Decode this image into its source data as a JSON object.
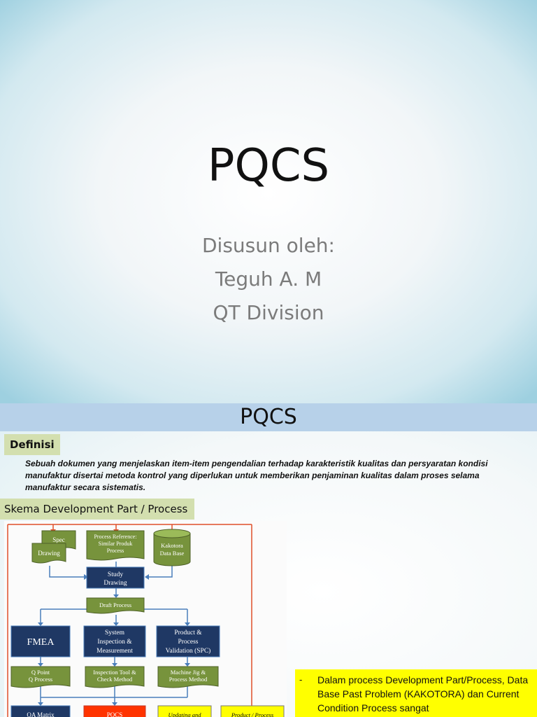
{
  "slide1": {
    "title": "PQCS",
    "subtitle": [
      "Disusun oleh:",
      "Teguh A. M",
      "QT Division"
    ]
  },
  "slide2": {
    "title": "PQCS",
    "definisi_label": "Definisi",
    "definisi_text": "Sebuah dokumen yang menjelaskan item-item pengendalian terhadap karakteristik kualitas dan persyaratan kondisi manufaktur disertai metoda kontrol yang diperlukan untuk memberikan penjaminan kualitas dalam proses selama manufaktur secara sistematis.",
    "skema_label": "Skema Development Part / Process",
    "diagram": {
      "spec": "Spec",
      "drawing": "Drawing",
      "process_reference": [
        "Process Reference:",
        "Similar Produk",
        "Process"
      ],
      "kakotora": [
        "Kakotora",
        "Data Base"
      ],
      "study_drawing": [
        "Study",
        "Drawing"
      ],
      "draft_process": "Draft Process",
      "fmea": "FMEA",
      "system_inspection": [
        "System",
        "Inspection &",
        "Measurement"
      ],
      "product_process_validation": [
        "Product &",
        "Process",
        "Validation (SPC)"
      ],
      "q_point": [
        "Q Point",
        "Q Process"
      ],
      "inspection_tool": [
        "Inspection Tool &",
        "Check Method"
      ],
      "machine_jig": [
        "Machine Jig &",
        "Process Method"
      ],
      "qa_matrix": "QA Matrix",
      "pqcs": "PQCS",
      "updating": "Updating and",
      "product_process": "Product / Process"
    },
    "note_dash": "-",
    "note_text": "Dalam process Development Part/Process, Data Base Past Problem (KAKOTORA) dan Current Condition Process sangat"
  },
  "colors": {
    "navy_box": "#1f3864",
    "olive_box": "#77933c",
    "red_box": "#ff3300",
    "yellow_box": "#ffff00",
    "red_line": "#e0502a",
    "blue_line": "#4a7ebb",
    "title_bar": "#b7d1e9",
    "label_green": "#d3dfaf"
  }
}
